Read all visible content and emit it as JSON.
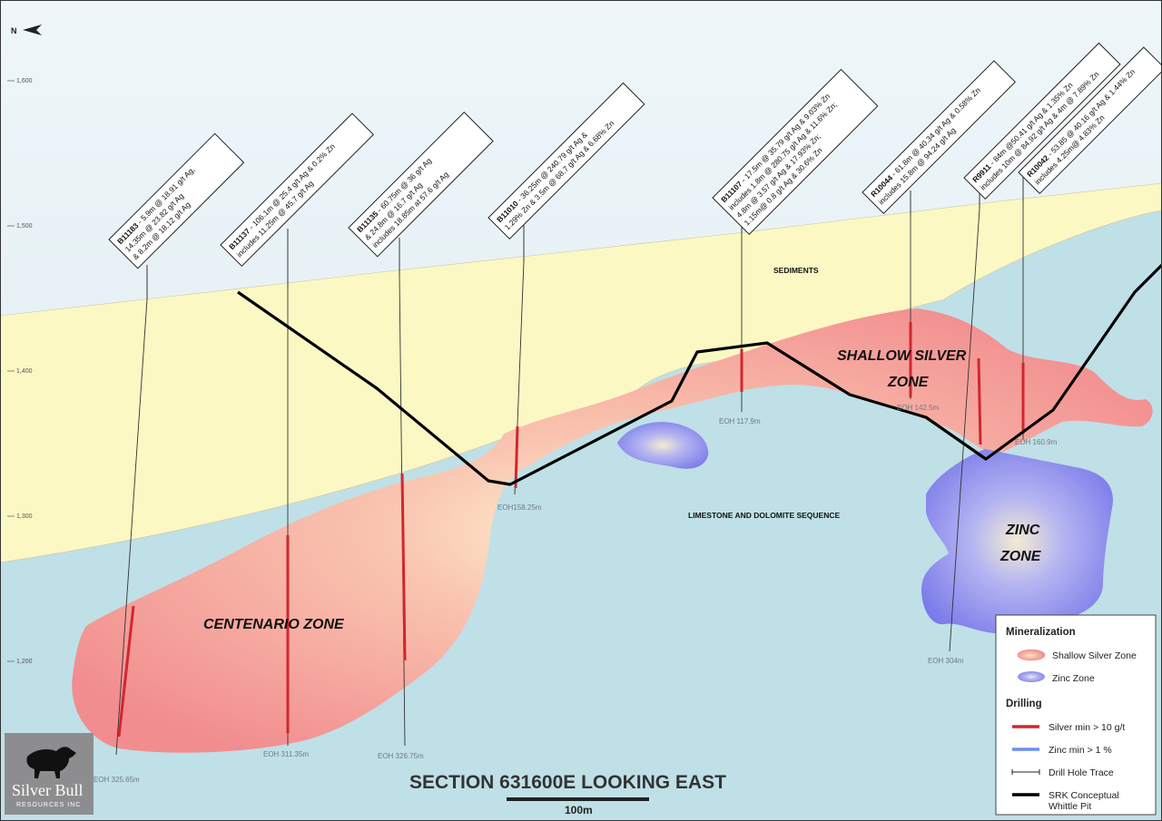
{
  "north_label": "N",
  "elevations": [
    "1,600",
    "1,500",
    "1,400",
    "1,300",
    "1,200"
  ],
  "units": {
    "sediments": "SEDIMENTS",
    "limestone": "LIMESTONE AND DOLOMITE SEQUENCE"
  },
  "zones": {
    "centenario": "CENTENARIO ZONE",
    "shallow_silver": [
      "SHALLOW SILVER",
      "ZONE"
    ],
    "zinc": [
      "ZINC",
      "ZONE"
    ]
  },
  "holes": [
    {
      "id": "B11183",
      "lines": [
        " - 5.9m @ 18.91 g/t Ag,",
        "14.35m @ 23.82 g/t Ag",
        "& 8.2m @ 18.12 g/t Ag"
      ],
      "eoh": "EOH 325.65m"
    },
    {
      "id": "B11137",
      "lines": [
        " - 106.1m @ 25.4 g/t Ag & 0.2% Zn",
        "includes 11.25m @ 45.7 g/t Ag"
      ],
      "eoh": "EOH 311.35m"
    },
    {
      "id": "B11135",
      "lines": [
        " - 60.75m @ 36 g/t Ag",
        "& 24.8m @ 16.7 g/t Ag",
        "includes 18.85m at 57.6 g/t Ag"
      ],
      "eoh": "EOH 326.75m"
    },
    {
      "id": "B11010",
      "lines": [
        " - 36.25m @ 240.79 g/t Ag &",
        "1.29% Zn & 3.5m @ 68.7 g/t Ag & 6.68% Zn"
      ],
      "eoh": "EOH158.25m"
    },
    {
      "id": "B11107",
      "lines": [
        " - 17.5m @ 35.79 g/t Ag & 9.03% Zn",
        "includes 1.8m @ 280.75 g/t Ag & 11.6% Zn;",
        "4.8m @ 3.57 g/t Ag & 17.93% Zn;",
        "1.15m@ 0.8 g/t Ag & 30.6% Zn"
      ],
      "eoh": "EOH 117.9m"
    },
    {
      "id": "R10044",
      "lines": [
        " - 61.8m @ 40.34 g/t Ag & 0.58% Zn",
        "includes 15.8m @ 94.24 g/t Ag"
      ],
      "eoh": "EOH 142.5m"
    },
    {
      "id": "R9911",
      "lines": [
        " - 84m @50.41 g/t Ag & 1.35% Zn",
        "includes 10m @ 84.92 g/t Ag & 4m @ 7.89% Zn"
      ],
      "eoh": "EOH 304m"
    },
    {
      "id": "R10042",
      "lines": [
        " - 53.85 @ 40.16 g/t Ag & 1.44% Zn",
        "includes 4.25m@ 4.83% Zn"
      ],
      "eoh": "EOH 160.9m"
    }
  ],
  "title": "SECTION 631600E LOOKING EAST",
  "scale_label": "100m",
  "legend": {
    "mineralization_title": "Mineralization",
    "shallow_silver": "Shallow Silver Zone",
    "zinc": "Zinc Zone",
    "drilling_title": "Drilling",
    "silver_min": "Silver min > 10 g/t",
    "zinc_min": "Zinc min > 1 %",
    "drill_trace": "Drill Hole Trace",
    "pit_line1": "SRK Conceptual",
    "pit_line2": "Whittle Pit"
  },
  "logo": {
    "name": "Silver Bull",
    "sub": "RESOURCES INC"
  },
  "colors": {
    "sky": "#e1eef3",
    "sediments": "#fcf8c4",
    "limestone": "#bfe0e7",
    "silver_zone": "#f29c9c",
    "zinc_zone": "#8484ee",
    "silver_interval": "#d2272d",
    "pit": "#000000"
  }
}
